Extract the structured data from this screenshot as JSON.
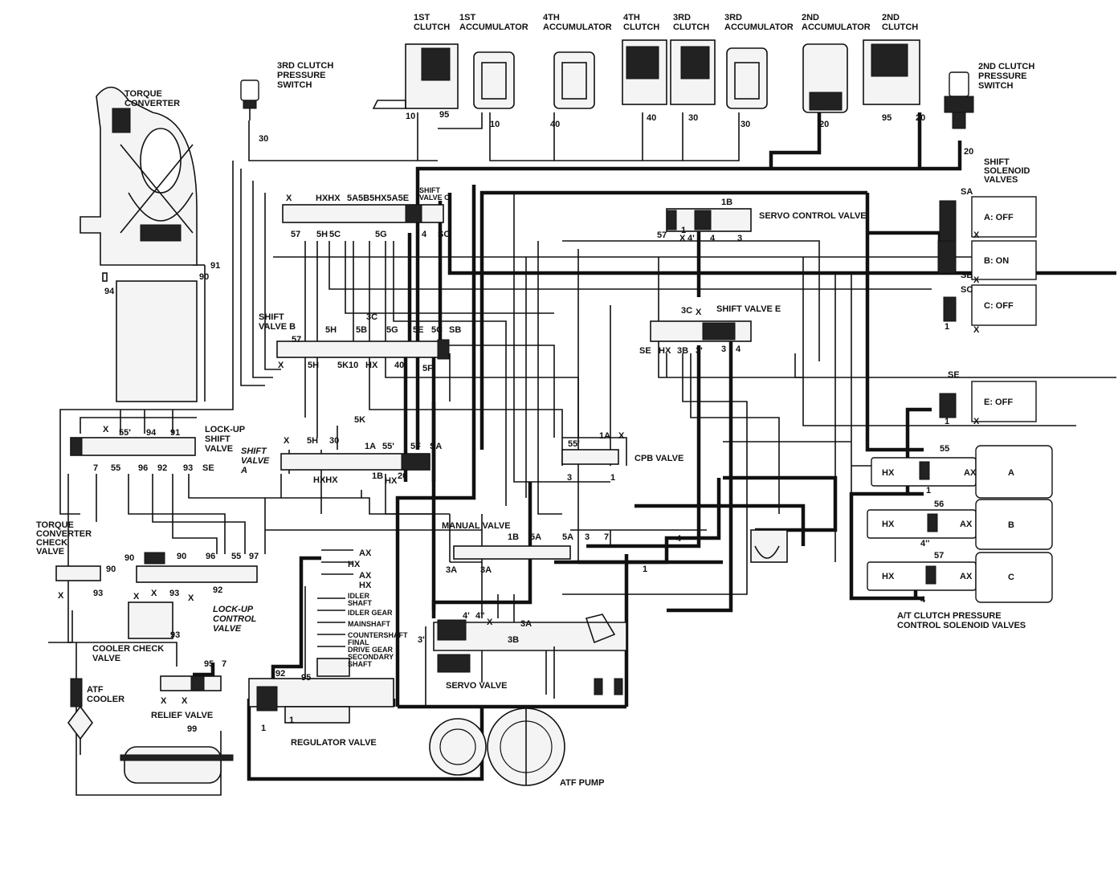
{
  "labels": {
    "torque_converter": [
      "TORQUE",
      "CONVERTER"
    ],
    "clutch3_switch": [
      "3RD CLUTCH",
      "PRESSURE",
      "SWITCH"
    ],
    "clutch1": [
      "1ST",
      "CLUTCH"
    ],
    "acc1": [
      "1ST",
      "ACCUMULATOR"
    ],
    "acc4": [
      "4TH",
      "ACCUMULATOR"
    ],
    "clutch4": [
      "4TH",
      "CLUTCH"
    ],
    "clutch3": [
      "3RD",
      "CLUTCH"
    ],
    "acc3": [
      "3RD",
      "ACCUMULATOR"
    ],
    "acc2": [
      "2ND",
      "ACCUMULATOR"
    ],
    "clutch2": [
      "2ND",
      "CLUTCH"
    ],
    "clutch2_switch": [
      "2ND CLUTCH",
      "PRESSURE",
      "SWITCH"
    ],
    "shift_solenoids": [
      "SHIFT",
      "SOLENOID",
      "VALVES"
    ],
    "shift_valve_c": [
      "SHIFT",
      "VALVE C"
    ],
    "servo_control_valve": "SERVO CONTROL VALVE",
    "shift_valve_b": [
      "SHIFT",
      "VALVE B"
    ],
    "shift_valve_e": "SHIFT VALVE E",
    "lockup_shift_valve": [
      "LOCK-UP",
      "SHIFT",
      "VALVE"
    ],
    "shift_valve_a": [
      "SHIFT",
      "VALVE",
      "A"
    ],
    "cpb_valve": "CPB VALVE",
    "tc_check_valve": [
      "TORQUE",
      "CONVERTER",
      "CHECK",
      "VALVE"
    ],
    "manual_valve": "MANUAL VALVE",
    "lockup_control_valve": [
      "LOCK-UP",
      "CONTROL",
      "VALVE"
    ],
    "cooler_check_valve": [
      "COOLER CHECK",
      "VALVE"
    ],
    "atf_cooler": [
      "ATF",
      "COOLER"
    ],
    "relief_valve": "RELIEF VALVE",
    "regulator_valve": "REGULATOR VALVE",
    "servo_valve": "SERVO VALVE",
    "atf_pump": "ATF PUMP",
    "at_clutch_solenoids": [
      "A/T CLUTCH PRESSURE",
      "CONTROL SOLENOID VALVES"
    ],
    "shafts": [
      "IDLER",
      "SHAFT",
      "IDLER GEAR",
      "MAINSHAFT",
      "COUNTERSHAFT",
      "FINAL",
      "DRIVE GEAR",
      "SECONDARY",
      "SHAFT"
    ]
  },
  "solenoids": [
    {
      "name": "A",
      "state": "A: OFF"
    },
    {
      "name": "B",
      "state": "B: ON"
    },
    {
      "name": "C",
      "state": "C: OFF"
    },
    {
      "name": "E",
      "state": "E: OFF"
    }
  ],
  "pressure_solenoids": [
    "A",
    "B",
    "C"
  ],
  "ports": {
    "clutch3_switch_line": "30",
    "clutch1_line": "10",
    "clutch1_b": "95",
    "acc1_line": "10",
    "acc4_line": "40",
    "clutch4_line": "40",
    "clutch3_line": "30",
    "acc3_line": "30",
    "acc2_line": "20",
    "clutch2_a": "95",
    "clutch2_line": "20",
    "clutch2_switch_line": "20",
    "tc_91": "91",
    "tc_90": "90",
    "tc_94": "94",
    "sa": "SA",
    "sb": "SB",
    "sc": "SC",
    "se": "SE",
    "svc_x": "X",
    "svc_hx1": "HXHX",
    "svc_5s": "5A5B5HX5A5E",
    "svc_57": "57",
    "svc_5h": "5H",
    "svc_5c": "5C",
    "svc_5g": "5G",
    "svc_4": "4",
    "svc_sc": "SC",
    "scv_1b": "1B",
    "scv_57": "57",
    "scv_1": "1",
    "scv_x": "X",
    "scv_4p": "4'",
    "scv_4": "4",
    "scv_3": "3",
    "svb_57": "57",
    "svb_3c": "3C",
    "svb_5h": "5H",
    "svb_5b": "5B",
    "svb_5g": "5G",
    "svb_5e": "5E",
    "svb_5c": "5C",
    "svb_sb": "SB",
    "svb_x": "X",
    "svb_5h2": "5H",
    "svb_5k10": "5K10",
    "svb_hx": "HX",
    "svb_40": "40",
    "svb_5f": "5F",
    "sve_3c": "3C",
    "sve_x": "X",
    "sve_se": "SE",
    "sve_hx": "HX",
    "sve_3b": "3B",
    "sve_3p": "3'",
    "sve_3": "3",
    "sve_4": "4",
    "lu_x": "X",
    "lu_55p": "55'",
    "lu_94": "94",
    "lu_91": "91",
    "lu_7": "7",
    "lu_55": "55",
    "lu_96": "96",
    "lu_92": "92",
    "lu_93": "93",
    "lu_se": "SE",
    "sva_x": "X",
    "sva_5h": "5H",
    "sva_30": "30",
    "sva_1a": "1A",
    "sva_55p": "55'",
    "sva_5f": "5F",
    "sva_sa": "SA",
    "sva_hxhx": "HXHX",
    "sva_1b": "1B",
    "sva_hx": "HX",
    "sva_20": "20",
    "sva_5k": "5K",
    "cpb_55p": "55'",
    "cpb_1a": "1A",
    "cpb_x": "X",
    "cpb_3": "3",
    "cpb_1": "1",
    "sol_x": "X",
    "sol_1": "1",
    "pa_55": "55",
    "pa_1": "1",
    "pa_hx": "HX",
    "pa_ax": "AX",
    "pb_56": "56",
    "pb_4pp": "4''",
    "pc_57": "57",
    "pc_4": "4",
    "tcc_90": "90",
    "tcc_93": "93",
    "tcc_x": "X",
    "luc_90": "90",
    "luc_96": "96",
    "luc_55": "55",
    "luc_97": "97",
    "luc_93": "93",
    "luc_92": "92",
    "luc_x": "X",
    "luc_93b": "93",
    "rv_95": "95",
    "rv_7": "7",
    "rv_x": "X",
    "reg_92": "92",
    "reg_95": "95",
    "reg_1": "1",
    "reg_99": "99",
    "mv_1b": "1B",
    "mv_5a": "5A",
    "mv_3": "3",
    "mv_7": "7",
    "mv_3a": "3A",
    "mv_4": "4",
    "mv_1": "1",
    "sv_4p": "4'",
    "sv_4pp": "4''",
    "sv_x": "X",
    "sv_3a": "3A",
    "sv_3b": "3B",
    "sv_3p": "3'",
    "ax": "AX",
    "hx": "HX"
  },
  "colors": {
    "ink": "#111111",
    "paper": "#ffffff"
  }
}
